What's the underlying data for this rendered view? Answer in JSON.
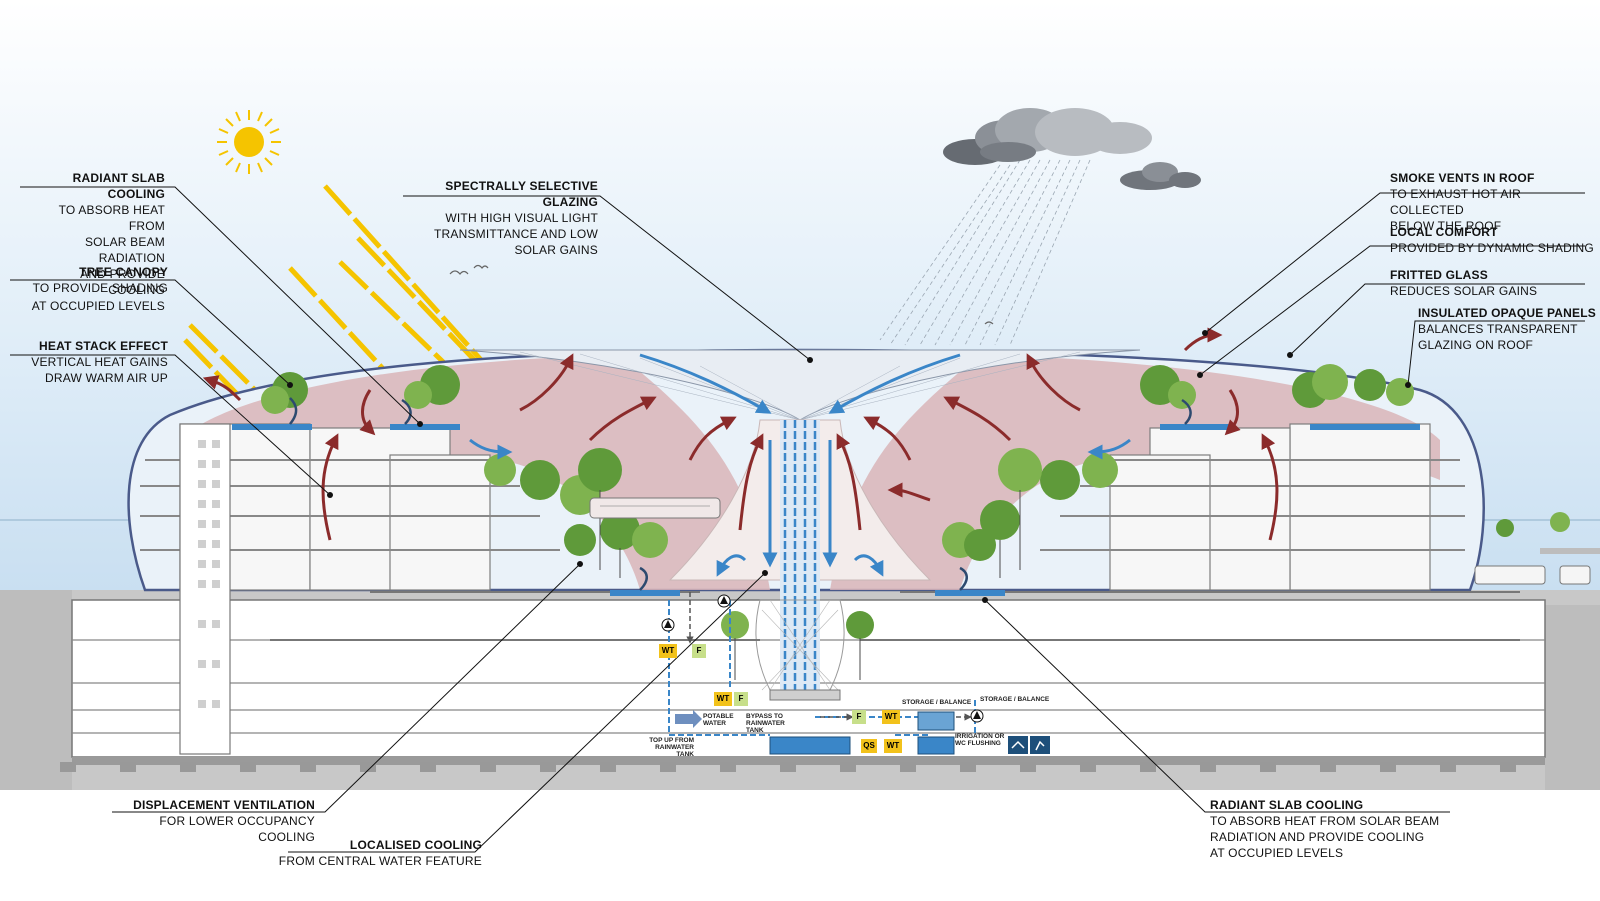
{
  "callouts": {
    "radiant_slab_top": {
      "title": "RADIANT SLAB COOLING",
      "lines": [
        "TO ABSORB HEAT FROM",
        "SOLAR BEAM RADIATION",
        "AND PROVIDE COOLING",
        "AT OCCUPIED LEVELS"
      ]
    },
    "tree_canopy": {
      "title": "TREE CANOPY",
      "lines": [
        "TO PROVIDE SHADING"
      ]
    },
    "heat_stack": {
      "title": "HEAT STACK EFFECT",
      "lines": [
        "VERTICAL HEAT GAINS",
        "DRAW WARM AIR UP"
      ]
    },
    "glazing": {
      "title": "SPECTRALLY SELECTIVE GLAZING",
      "lines": [
        "WITH HIGH VISUAL LIGHT",
        "TRANSMITTANCE AND LOW",
        "SOLAR GAINS"
      ]
    },
    "smoke_vents": {
      "title": "SMOKE VENTS IN ROOF",
      "lines": [
        "TO EXHAUST HOT AIR COLLECTED",
        "BELOW THE ROOF"
      ]
    },
    "local_comfort": {
      "title": "LOCAL COMFORT",
      "lines": [
        "PROVIDED BY DYNAMIC SHADING"
      ]
    },
    "fritted_glass": {
      "title": "FRITTED GLASS",
      "lines": [
        "REDUCES SOLAR GAINS"
      ]
    },
    "insulated_panels": {
      "title": "INSULATED OPAQUE PANELS",
      "lines": [
        "BALANCES TRANSPARENT",
        "GLAZING ON ROOF"
      ]
    },
    "displacement": {
      "title": "DISPLACEMENT VENTILATION",
      "lines": [
        "FOR LOWER OCCUPANCY COOLING"
      ]
    },
    "localised_cooling": {
      "title": "LOCALISED COOLING",
      "lines": [
        "FROM CENTRAL WATER FEATURE"
      ]
    },
    "radiant_slab_bottom": {
      "title": "RADIANT SLAB COOLING",
      "lines": [
        "TO ABSORB HEAT FROM SOLAR BEAM",
        "RADIATION AND PROVIDE COOLING",
        "AT OCCUPIED LEVELS"
      ]
    }
  },
  "water_system": {
    "labels": {
      "potable": "POTABLE WATER",
      "bypass": "BYPASS TO RAINWATER TANK",
      "topup": "TOP UP FROM RAINWATER TANK",
      "storage1": "STORAGE / BALANCE",
      "storage2": "STORAGE / BALANCE",
      "irrigation": "IRRIGATION OR WC FLUSHING"
    },
    "boxes": {
      "wt": "WT",
      "f": "F",
      "qs": "QS"
    }
  },
  "colors": {
    "sky_top": "#ffffff",
    "sky_bottom": "#cfe3f3",
    "warm_air": "#8b2b2b",
    "cool_air": "#3a86c8",
    "tree": "#5f9a3a",
    "sun": "#f5c400",
    "box_yellow": "#f2c21b",
    "box_green": "#c7df8a"
  }
}
